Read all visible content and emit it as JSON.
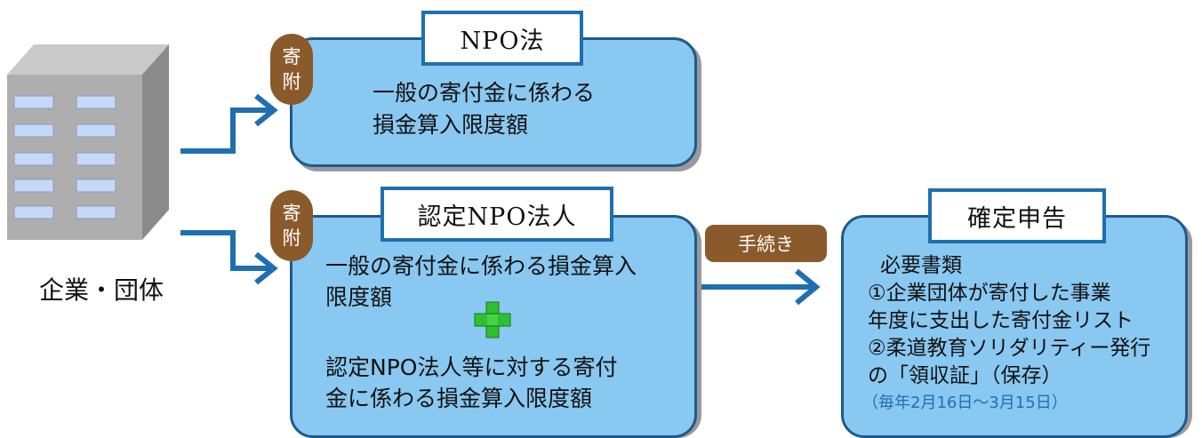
{
  "building": {
    "label": "企業・団体"
  },
  "npo": {
    "title": "NPO法",
    "badge_top": "寄",
    "badge_bottom": "附",
    "line1": "一般の寄付金に係わる",
    "line2": "損金算入限度額"
  },
  "nintei": {
    "title": "認定NPO法人",
    "badge_top": "寄",
    "badge_bottom": "附",
    "line1": "一般の寄付金に係わる損金算入",
    "line2": "限度額",
    "line3": "認定NPO法人等に対する寄付",
    "line4": "金に係わる損金算入限度額"
  },
  "procedure": {
    "label": "手続き"
  },
  "kakutei": {
    "title": "確定申告",
    "line1": "必要書類",
    "line2": "①企業団体が寄付した事業",
    "line3": "年度に支出した寄付金リスト",
    "line4": "②柔道教育ソリダリティー発行",
    "line5": "の「領収証」（保存）",
    "period": "（毎年2月16日～3月15日）"
  },
  "colors": {
    "box_fill": "#89c8f1",
    "arrow": "#1f6fb0",
    "badge": "#8b5a2b",
    "period_text": "#1f6fb0"
  }
}
